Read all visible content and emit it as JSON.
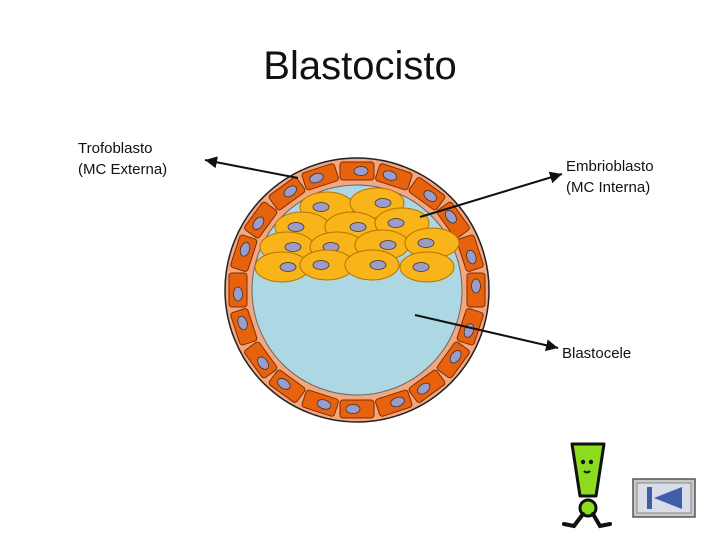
{
  "slide": {
    "title": "Blastocisto"
  },
  "labels": {
    "trofoblasto": "Trofoblasto\n(MC Externa)",
    "embrioblasto": "Embrioblasto\n(MC Interna)",
    "blastocele": "Blastocele"
  },
  "icons": {
    "nav": "skip-back-icon",
    "mascot": "exclamation-mascot-icon"
  },
  "colors": {
    "outer_ring": "#f4a77f",
    "trophoblast_cell": "#e8620e",
    "inner_cell": "#f8b418",
    "cavity": "#add8e3",
    "nucleus": "#9d9cc8",
    "mascot": "#8ddb1e",
    "nav_button": "#3f5da8"
  }
}
